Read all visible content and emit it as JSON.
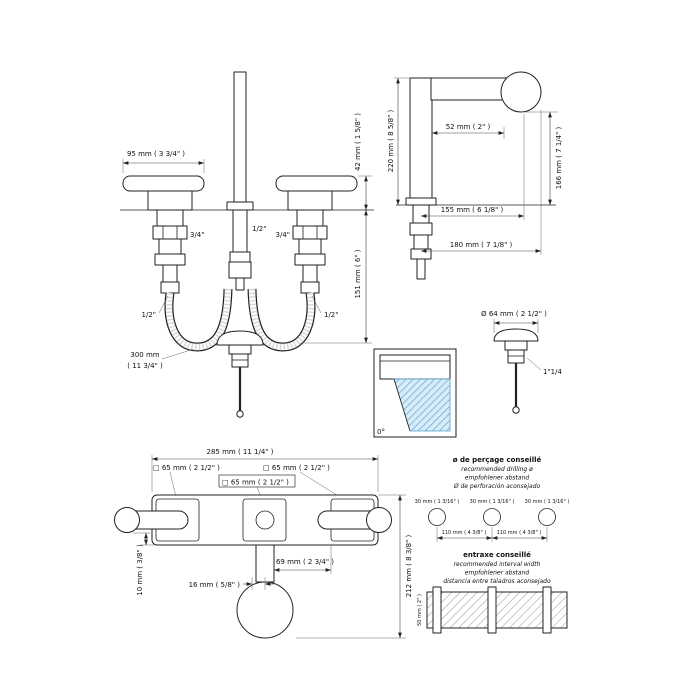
{
  "front": {
    "width95": "95 mm ( 3 3/4\" )",
    "h42": "42 mm ( 1 5/8\" )",
    "h151": "151 mm ( 6\" )",
    "v34l": "3/4\"",
    "v34r": "3/4\"",
    "c12": "1/2\"",
    "h12l": "1/2\"",
    "h12r": "1/2\"",
    "hose1": "300 mm",
    "hose2": "( 11 3/4\" )"
  },
  "side": {
    "h220": "220 mm ( 8 5/8\" )",
    "h166": "166 mm ( 7 1/4\" )",
    "w52": "52 mm ( 2\" )",
    "w155": "155 mm ( 6 1/8\" )",
    "w180": "180 mm ( 7 1/8\" )"
  },
  "drain": {
    "dia": "Ø 64 mm ( 2 1/2\" )",
    "thread": "1\"1/4"
  },
  "detail": {
    "angle": "0°"
  },
  "top": {
    "w285": "285 mm ( 11 1/4\" )",
    "sq_l": "□ 65 mm ( 2 1/2\" )",
    "sq_c": "□ 65 mm ( 2 1/2\" )",
    "sq_r": "□ 65 mm ( 2 1/2\" )",
    "o69": "69 mm ( 2 3/4\" )",
    "o16": "16 mm ( 5/8\" )",
    "o10": "10 mm ( 3/8\" )",
    "d212": "212 mm ( 8 3/8\" )"
  },
  "drill": {
    "t1": "ø de perçage conseillé",
    "t1_en": "recommended drilling ø",
    "t1_de": "empfohlener abstand",
    "t1_es": "Ø de perforación aconsejado",
    "hole_l": "30 mm ( 1 3/16\" )",
    "hole_c": "30 mm ( 1 3/16\" )",
    "hole_r": "30 mm ( 1 3/16\" )",
    "sp_l": "110 mm ( 4 3/8\" )",
    "sp_r": "110 mm ( 4 3/8\" )",
    "t2": "entraxe conseillé",
    "t2_en": "recommended interval width",
    "t2_de": "empfohlener abstand",
    "t2_es": "distancia entre taladros aconsejado",
    "thick": "50 mm ( 2\" )"
  },
  "colors": {
    "line": "#222222",
    "blue_fill": "#d7ecf8",
    "blue_line": "#56a3cc"
  }
}
